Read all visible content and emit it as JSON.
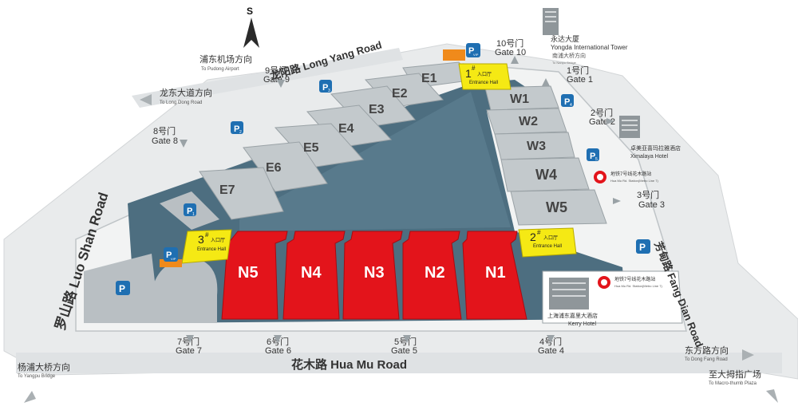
{
  "compass": {
    "label": "S"
  },
  "roads": {
    "long_yang": "龙阳路 Long Yang Road",
    "luo_shan": "罗山路 Luo Shan Road",
    "hua_mu": "花木路 Hua Mu Road",
    "fang_dian": "芳甸路 Fang Dian Road"
  },
  "directions": {
    "pudong_airport_cn": "浦东机场方向",
    "pudong_airport_en": "To Pudong Airport",
    "longdong_cn": "龙东大道方向",
    "longdong_en": "To Long Dong Road",
    "yangpu_cn": "杨浦大桥方向",
    "yangpu_en": "To Yangpu Bridge",
    "dongfang_cn": "东方路方向",
    "dongfang_en": "To Dong Fang Road",
    "macro_cn": "至大拇指广场",
    "macro_en": "To Macro-thumb Plaza",
    "nanpu_cn": "南浦大桥方向",
    "nanpu_en": "To Nanpu Bridge"
  },
  "gates": {
    "g1": {
      "cn": "1号门",
      "en": "Gate 1"
    },
    "g2": {
      "cn": "2号门",
      "en": "Gate 2"
    },
    "g3": {
      "cn": "3号门",
      "en": "Gate 3"
    },
    "g4": {
      "cn": "4号门",
      "en": "Gate 4"
    },
    "g5": {
      "cn": "5号门",
      "en": "Gate 5"
    },
    "g6": {
      "cn": "6号门",
      "en": "Gate 6"
    },
    "g7": {
      "cn": "7号门",
      "en": "Gate 7"
    },
    "g8": {
      "cn": "8号门",
      "en": "Gate 8"
    },
    "g9": {
      "cn": "9号门",
      "en": "Gate 9"
    },
    "g10": {
      "cn": "10号门",
      "en": "Gate 10"
    }
  },
  "halls": {
    "e1": "E1",
    "e2": "E2",
    "e3": "E3",
    "e4": "E4",
    "e5": "E5",
    "e6": "E6",
    "e7": "E7",
    "w1": "W1",
    "w2": "W2",
    "w3": "W3",
    "w4": "W4",
    "w5": "W5",
    "n1": "N1",
    "n2": "N2",
    "n3": "N3",
    "n4": "N4",
    "n5": "N5"
  },
  "entrances": {
    "e1": {
      "num": "1",
      "sup": "#",
      "cn": "入口厅",
      "en": "Entrance Hall"
    },
    "e2": {
      "num": "2",
      "sup": "#",
      "cn": "入口厅",
      "en": "Entrance Hall"
    },
    "e3": {
      "num": "3",
      "sup": "#",
      "cn": "入口厅",
      "en": "Entrance Hall"
    }
  },
  "parking": {
    "label": "P",
    "p1": "1",
    "p2": "2",
    "p3": "3",
    "p4": "4",
    "p5": "5",
    "vip": "VIP"
  },
  "buildings": {
    "yongda_cn": "永达大厦",
    "yongda_en": "Yongda International Tower",
    "ximalaya_cn": "卓美亚喜玛拉雅酒店",
    "ximalaya_en": "Ximalaya Hotel",
    "kerry_cn": "上海浦东嘉里大酒店",
    "kerry_en": "Kerry Hotel"
  },
  "metro": {
    "station1_cn": "地铁7号线花木路站",
    "station1_en": "Hua Mu Rd. Station(Metro Line 7)",
    "station2_cn": "地铁7号线花木路站",
    "station2_en": "Hua Mu Rd. Station(Metro Line 7)"
  },
  "colors": {
    "road": "#e8eaeb",
    "road_edge": "#c9cdd0",
    "water": "#4d6e80",
    "ground": "#f4f5f5",
    "hall_grey": "#c3c9cc",
    "hall_red": "#e3141b",
    "entrance_yellow": "#f5e914",
    "parking_blue": "#1f6fb2"
  }
}
